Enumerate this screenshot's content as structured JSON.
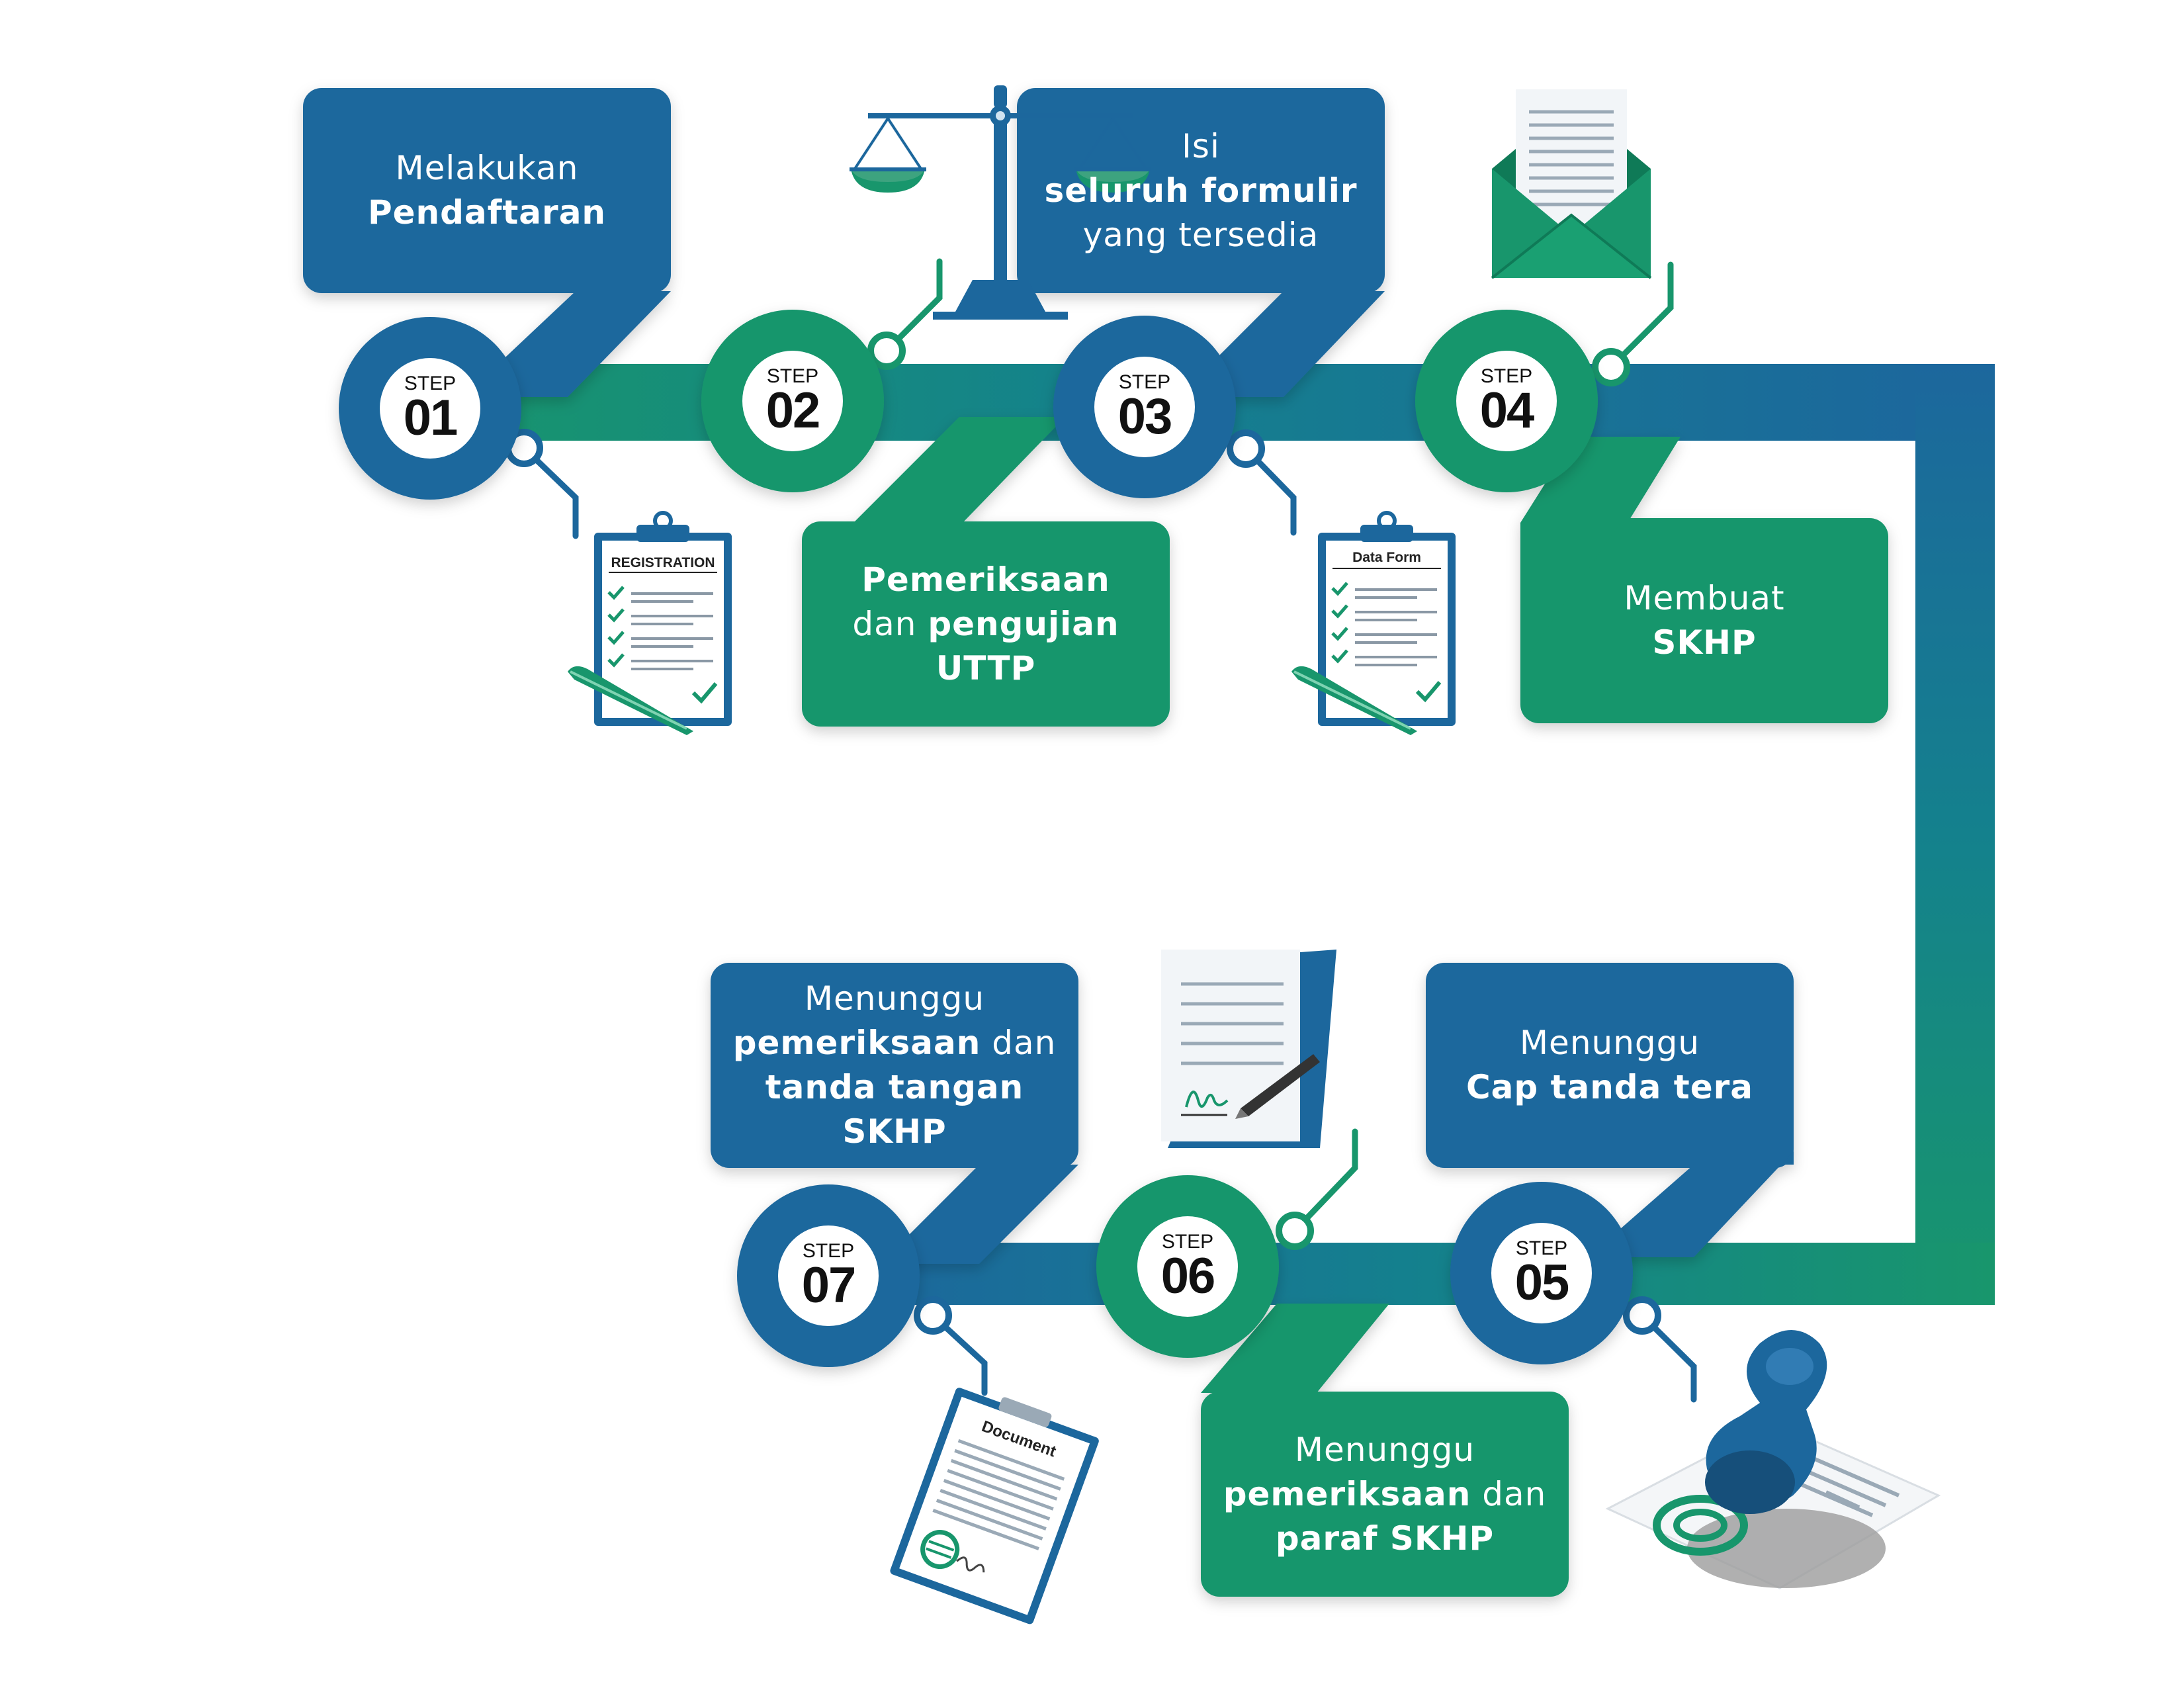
{
  "colors": {
    "blue": "#1c679d",
    "green": "#18966c",
    "teal": "#14818d",
    "paper": "#f2f5f8",
    "line": "#9aa9b6"
  },
  "steps": [
    {
      "step_label": "STEP",
      "number": "01",
      "lines": [
        [
          "Melakukan"
        ],
        [
          "Pendaftaran"
        ]
      ],
      "icon": "registration-clipboard-icon"
    },
    {
      "step_label": "STEP",
      "number": "02",
      "lines": [
        [
          "Pemeriksaan"
        ],
        [
          "dan ",
          "pengujian"
        ],
        [
          "UTTP"
        ]
      ],
      "icon": "scale-balance-icon"
    },
    {
      "step_label": "STEP",
      "number": "03",
      "lines": [
        [
          "Isi"
        ],
        [
          "seluruh formulir"
        ],
        [
          "yang tersedia"
        ]
      ],
      "icon": "data-form-clipboard-icon"
    },
    {
      "step_label": "STEP",
      "number": "04",
      "lines": [
        [
          "Membuat"
        ],
        [
          "SKHP"
        ]
      ],
      "icon": "envelope-letter-icon"
    },
    {
      "step_label": "STEP",
      "number": "05",
      "lines": [
        [
          "Menunggu"
        ],
        [
          "Cap tanda tera"
        ]
      ],
      "icon": "rubber-stamp-icon"
    },
    {
      "step_label": "STEP",
      "number": "06",
      "lines": [
        [
          "Menunggu"
        ],
        [
          "pemeriksaan",
          " dan"
        ],
        [
          "paraf SKHP"
        ]
      ],
      "icon": "signed-paper-icon"
    },
    {
      "step_label": "STEP",
      "number": "07",
      "lines": [
        [
          "Menunggu"
        ],
        [
          "pemeriksaan",
          " dan"
        ],
        [
          "tanda tangan"
        ],
        [
          "SKHP"
        ]
      ],
      "icon": "document-clipboard-icon"
    }
  ],
  "icon_text": {
    "registration": "REGISTRATION",
    "data_form": "Data Form",
    "document": "Document"
  }
}
